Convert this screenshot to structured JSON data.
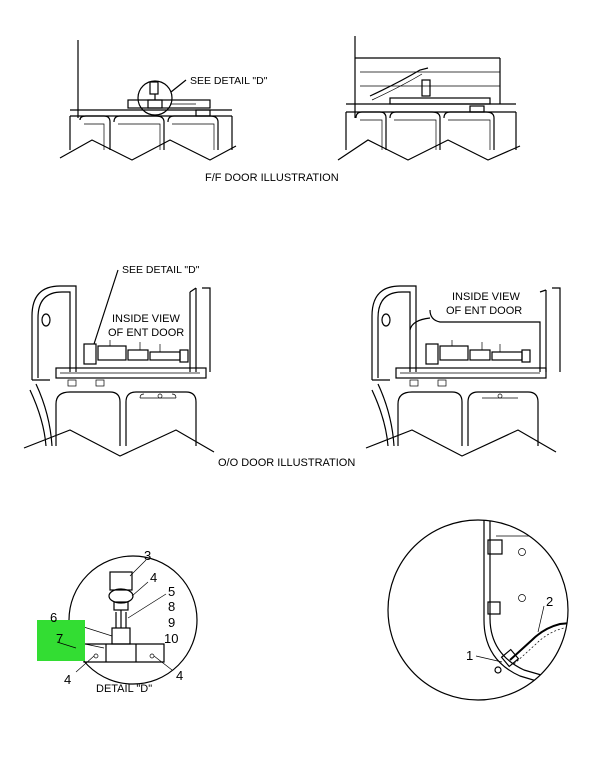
{
  "callouts": {
    "see_detail_top": "SEE DETAIL \"D\"",
    "see_detail_mid": "SEE DETAIL \"D\"",
    "inside_view_left_1": "INSIDE VIEW",
    "inside_view_left_2": "OF ENT DOOR",
    "inside_view_right_1": "INSIDE VIEW",
    "inside_view_right_2": "OF ENT DOOR"
  },
  "captions": {
    "ff_door": "F/F DOOR ILLUSTRATION",
    "oo_door": "O/O DOOR ILLUSTRATION",
    "detail_d": "DETAIL \"D\""
  },
  "part_numbers": {
    "n3": "3",
    "n4a": "4",
    "n5": "5",
    "n8": "8",
    "n9": "9",
    "n10": "10",
    "n6": "6",
    "n7": "7",
    "n4b": "4",
    "n4c": "4",
    "n1": "1",
    "n2": "2"
  },
  "colors": {
    "highlight": "#33dd33",
    "line": "#000000"
  }
}
